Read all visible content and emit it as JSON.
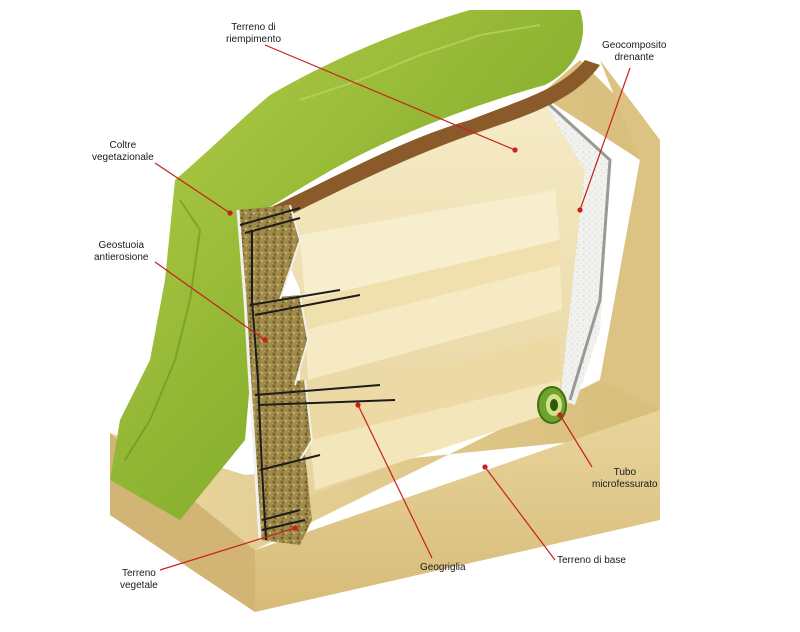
{
  "labels": {
    "terreno_riempimento": [
      "Terreno di",
      "riempimento"
    ],
    "geocomposito": [
      "Geocomposito",
      "drenante"
    ],
    "coltre": [
      "Coltre",
      "vegetazionale"
    ],
    "geostuoia": [
      "Geostuoia",
      "antierosione"
    ],
    "tubo": [
      "Tubo",
      "microfessurato"
    ],
    "terreno_base": [
      "Terreno di base"
    ],
    "geogriglia": [
      "Geogriglia"
    ],
    "terreno_vegetale": [
      "Terreno",
      "vegetale"
    ]
  },
  "colors": {
    "soil_light": "#efe2b5",
    "soil_mid": "#e0c98d",
    "soil_dark": "#c9a862",
    "grass": "#9cbf3a",
    "grass_dark": "#6f9a22",
    "topsoil": "#8a5a2b",
    "drain": "#f2f2f0",
    "pipe": "#7fb23a",
    "leader": "#c8201c"
  }
}
